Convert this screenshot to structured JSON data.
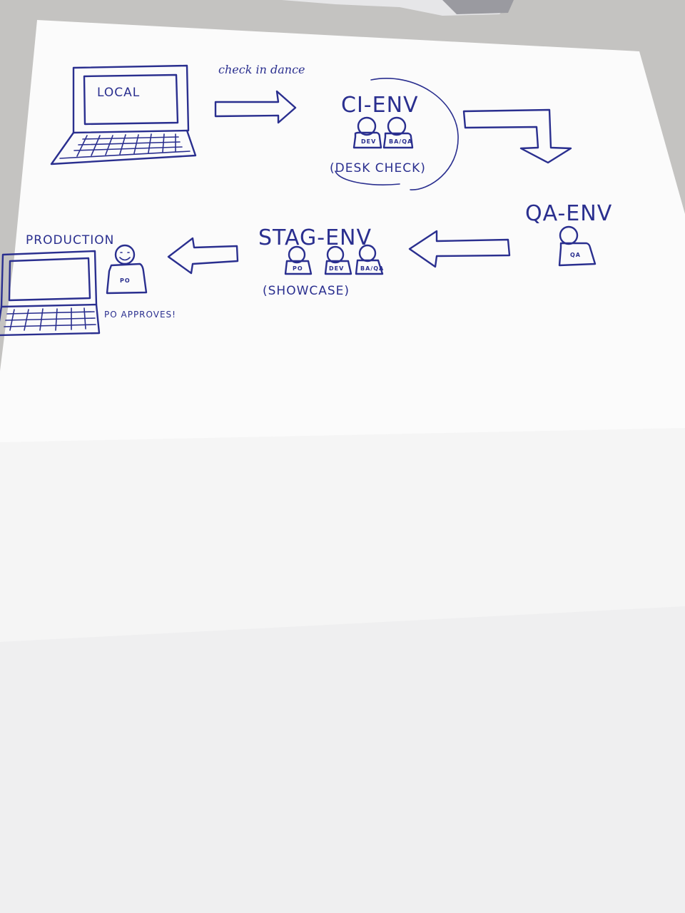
{
  "colors": {
    "ink": "#2a2f8f",
    "paper": "#fbfbfb",
    "table": "#b9b8b6"
  },
  "labels": {
    "local": "LOCAL",
    "check_in": "check in dance",
    "ci_env": "CI-ENV",
    "desk_check": "(DESK CHECK)",
    "qa_env": "QA-ENV",
    "stag_env": "STAG-ENV",
    "showcase": "(SHOWCASE)",
    "production": "PRODUCTION",
    "po_approves": "PO APPROVES!"
  },
  "badges": {
    "ci_dev": "DEV",
    "ci_ba": "BA/QA",
    "qa": "QA",
    "stag_po": "PO",
    "stag_dev": "DEV",
    "stag_ba": "BA/QA",
    "prod_po": "PO"
  }
}
